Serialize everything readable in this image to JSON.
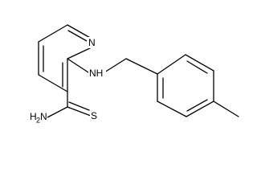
{
  "atoms": {
    "ring_n": "N",
    "amine_nh": "NH",
    "thio_s": "S",
    "amide_n": "H",
    "amide_n2": "2",
    "amide_n3": "N"
  },
  "colors": {
    "bond": "#000000",
    "background": "#ffffff"
  }
}
